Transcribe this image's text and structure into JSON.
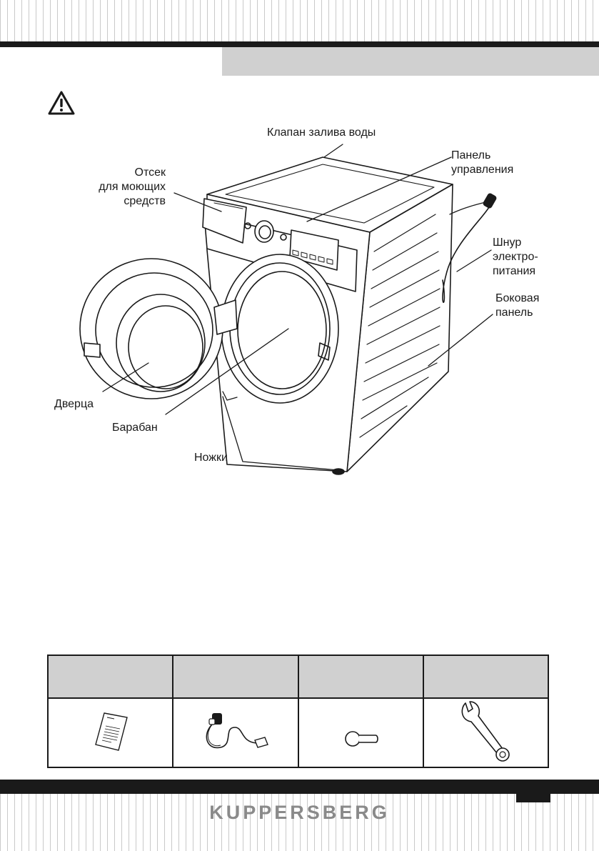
{
  "labels": {
    "water_valve": "Клапан залива воды",
    "detergent": "Отсек\nдля моющих\nсредств",
    "control_panel": "Панель\nуправления",
    "power_cord": "Шнур\nэлектро-\nпитания",
    "side_panel": "Боковая\nпанель",
    "door": "Дверца",
    "drum": "Барабан",
    "feet": "Ножки"
  },
  "accessories": {
    "headers": [
      "",
      "",
      "",
      ""
    ],
    "icons": [
      "manual-icon",
      "inlet-hose-icon",
      "plug-cap-icon",
      "wrench-icon"
    ]
  },
  "footer": {
    "brand": "KUPPERSBERG"
  },
  "colors": {
    "dark": "#1a1a1a",
    "banner": "#d0d0d0",
    "brand": "#8a8a8a"
  }
}
